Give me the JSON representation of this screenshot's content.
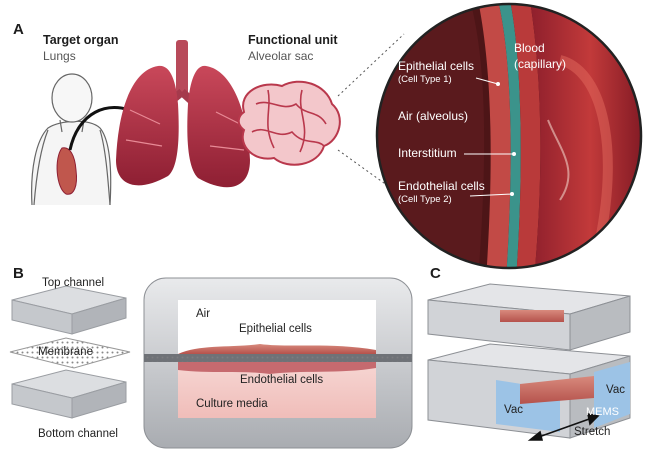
{
  "panels": {
    "a": "A",
    "b": "B",
    "c": "C"
  },
  "panel_a": {
    "target_title": "Target organ",
    "target_sub": "Lungs",
    "unit_title": "Functional unit",
    "unit_sub": "Alveolar sac",
    "epithelial": "Epithelial cells",
    "epithelial_sub": "(Cell Type 1)",
    "blood": "Blood",
    "blood_sub": "(capillary)",
    "air": "Air (alveolus)",
    "interstitium": "Interstitium",
    "endothelial": "Endothelial cells",
    "endothelial_sub": "(Cell Type 2)"
  },
  "panel_b": {
    "top_channel": "Top channel",
    "membrane": "Membrane",
    "bottom_channel": "Bottom channel",
    "air": "Air",
    "epithelial": "Epithelial cells",
    "endothelial": "Endothelial cells",
    "media": "Culture media"
  },
  "panel_c": {
    "vac_right": "Vac",
    "vac_left": "Vac",
    "stretch": "Stretch",
    "watermark": "MEMS"
  },
  "colors": {
    "lung": "#b8384a",
    "lung_dark": "#8e1f33",
    "tissue": "#c0392b",
    "teal": "#3d8f8a",
    "channel_grey": "#b9bcc0",
    "media_pink": "#f3c9c6",
    "vac_blue": "#9cc3e6"
  }
}
